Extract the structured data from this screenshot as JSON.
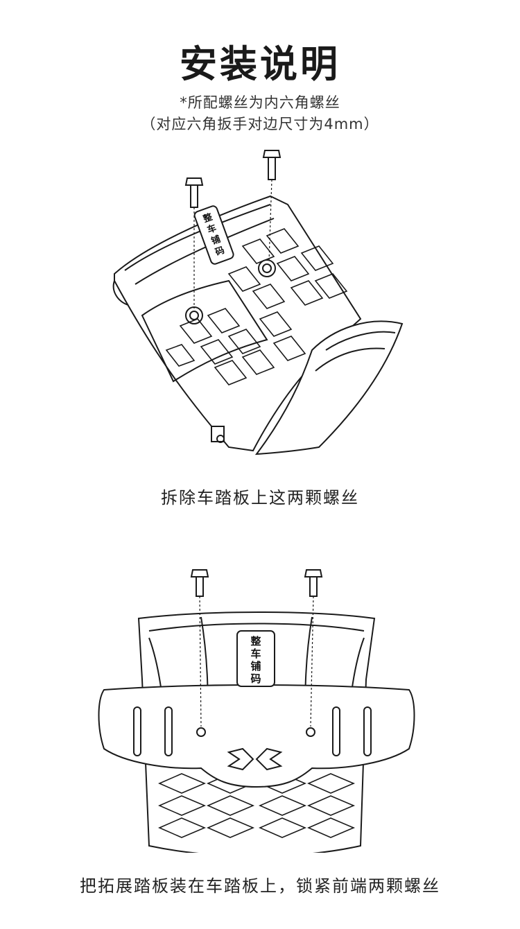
{
  "page": {
    "title": "安装说明",
    "note_line1": "*所配螺丝为内六角螺丝",
    "note_line2": "（对应六角扳手对边尺寸为4mm）"
  },
  "step1": {
    "caption": "拆除车踏板上这两颗螺丝",
    "decal_chars": [
      "整",
      "车",
      "铺",
      "码"
    ]
  },
  "step2": {
    "caption": "把拓展踏板装在车踏板上，锁紧前端两颗螺丝",
    "decal_chars": [
      "整",
      "车",
      "铺",
      "码"
    ]
  }
}
